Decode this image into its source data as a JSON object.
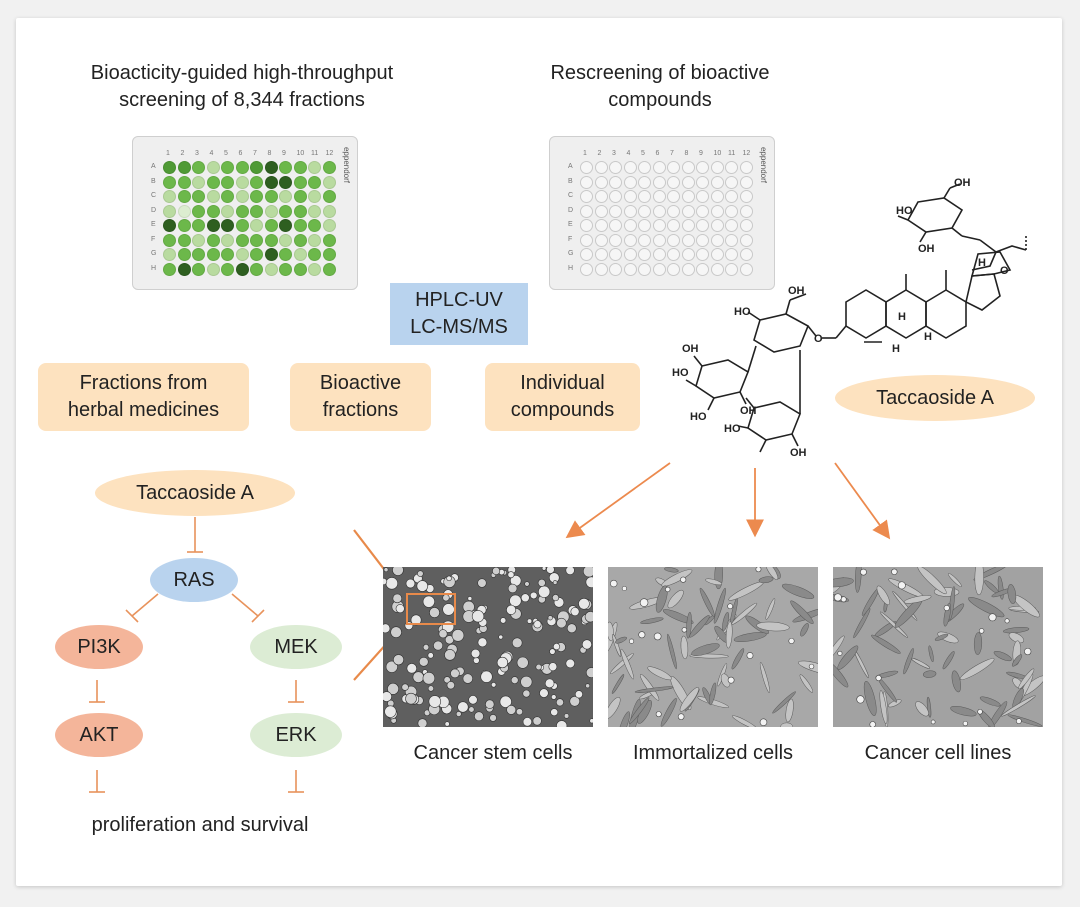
{
  "headings": {
    "screening": [
      "Bioacticity-guided high-throughput",
      "screening of 8,344 fractions"
    ],
    "rescreening": [
      "Rescreening of bioactive",
      "compounds"
    ]
  },
  "plates": {
    "brand": "eppendorf",
    "columns": [
      "1",
      "2",
      "3",
      "4",
      "5",
      "6",
      "7",
      "8",
      "9",
      "10",
      "11",
      "12"
    ],
    "rows": [
      "A",
      "B",
      "C",
      "D",
      "E",
      "F",
      "G",
      "H"
    ],
    "screening_grid": [
      "ddmlmmdkmmlm",
      "mmlmmlmkkmml",
      "lmmlmlmmlmlm",
      "lpmmlmmlmmll",
      "kmmkkmlmkmml",
      "mmlmlmmmlmlm",
      "lmmmmlmkmlmm",
      "mkmlmkmlmmlm"
    ],
    "colors": {
      "k": "#2e5f20",
      "d": "#4f9a35",
      "m": "#6cb84a",
      "l": "#b9dba0",
      "p": "#dcedd0",
      "e": "#f6f6f6"
    }
  },
  "hplc": [
    "HPLC-UV",
    "LC-MS/MS"
  ],
  "workflow": [
    {
      "lines": [
        "Fractions from",
        "herbal medicines"
      ]
    },
    {
      "lines": [
        "Bioactive",
        "fractions"
      ]
    },
    {
      "lines": [
        "Individual",
        "compounds"
      ]
    }
  ],
  "compound": {
    "name": "Taccaoside A",
    "labels": [
      "OH",
      "HO",
      "OH",
      "HO",
      "OH",
      "HO",
      "OH",
      "HO",
      "OH",
      "HO",
      "OH",
      "O",
      "O",
      "H",
      "H",
      "H",
      "H"
    ]
  },
  "pathway": {
    "top": "Taccaoside A",
    "ras": "RAS",
    "pi3k": "PI3K",
    "mek": "MEK",
    "akt": "AKT",
    "erk": "ERK",
    "outcome": "proliferation and survival"
  },
  "cells": [
    {
      "caption": "Cancer stem cells"
    },
    {
      "caption": "Immortalized cells"
    },
    {
      "caption": "Cancer cell lines"
    }
  ],
  "colors": {
    "peach": "#fde2bf",
    "blue": "#b9d3ee",
    "orange": "#f29a5e",
    "salmon": "#f4b59a",
    "mint": "#dcecd4",
    "arrow": "#ec8a4e",
    "inhibit": "#e8935c"
  }
}
